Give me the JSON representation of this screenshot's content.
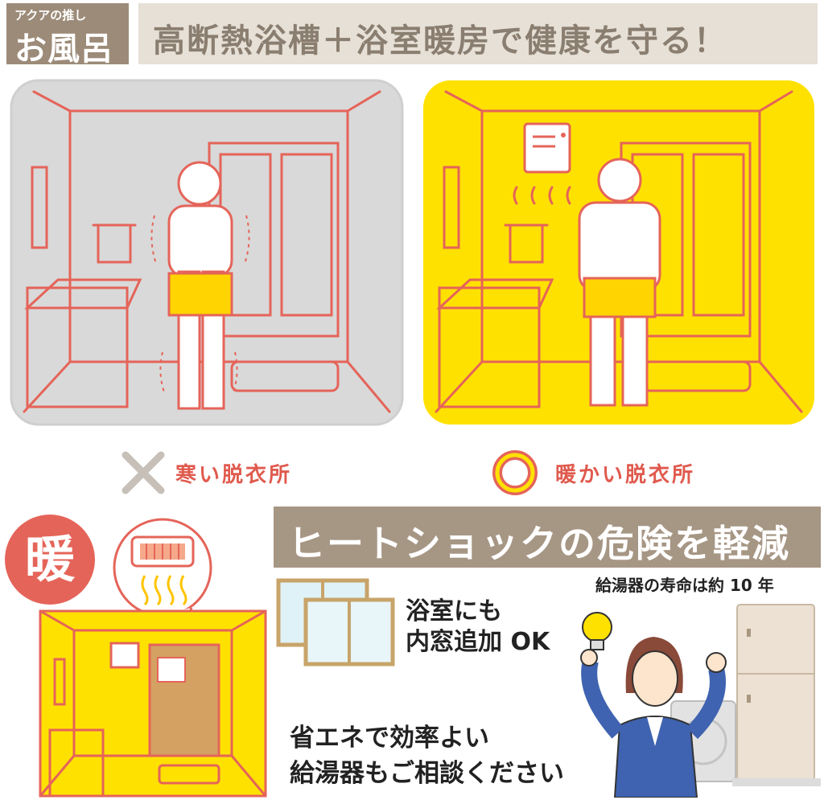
{
  "header": {
    "tag_small": "アクアの推し",
    "tag_big": "お風呂",
    "title": "高断熱浴槽＋浴室暖房で健康を守る！"
  },
  "comparison": {
    "bad_label": "寒い脱衣所",
    "good_label": "暖かい脱衣所",
    "bad_mark": "×",
    "good_mark": "○"
  },
  "heat_badge": "暖",
  "banner": "ヒートショックの危険を軽減",
  "window_note": {
    "line1": "浴室にも",
    "line2": "内窓追加 OK"
  },
  "heater_life": "給湯器の寿命は約 10 年",
  "consult": {
    "line1": "省エネで効率よい",
    "line2": "給湯器もご相談ください"
  },
  "colors": {
    "accent_red": "#e56459",
    "warm_yellow": "#ffe100",
    "cold_gray": "#d9d9d9",
    "brand_brown": "#9c8b78"
  },
  "icons": [
    "cross-icon",
    "circle-icon",
    "heater-icon",
    "lightbulb-icon"
  ]
}
